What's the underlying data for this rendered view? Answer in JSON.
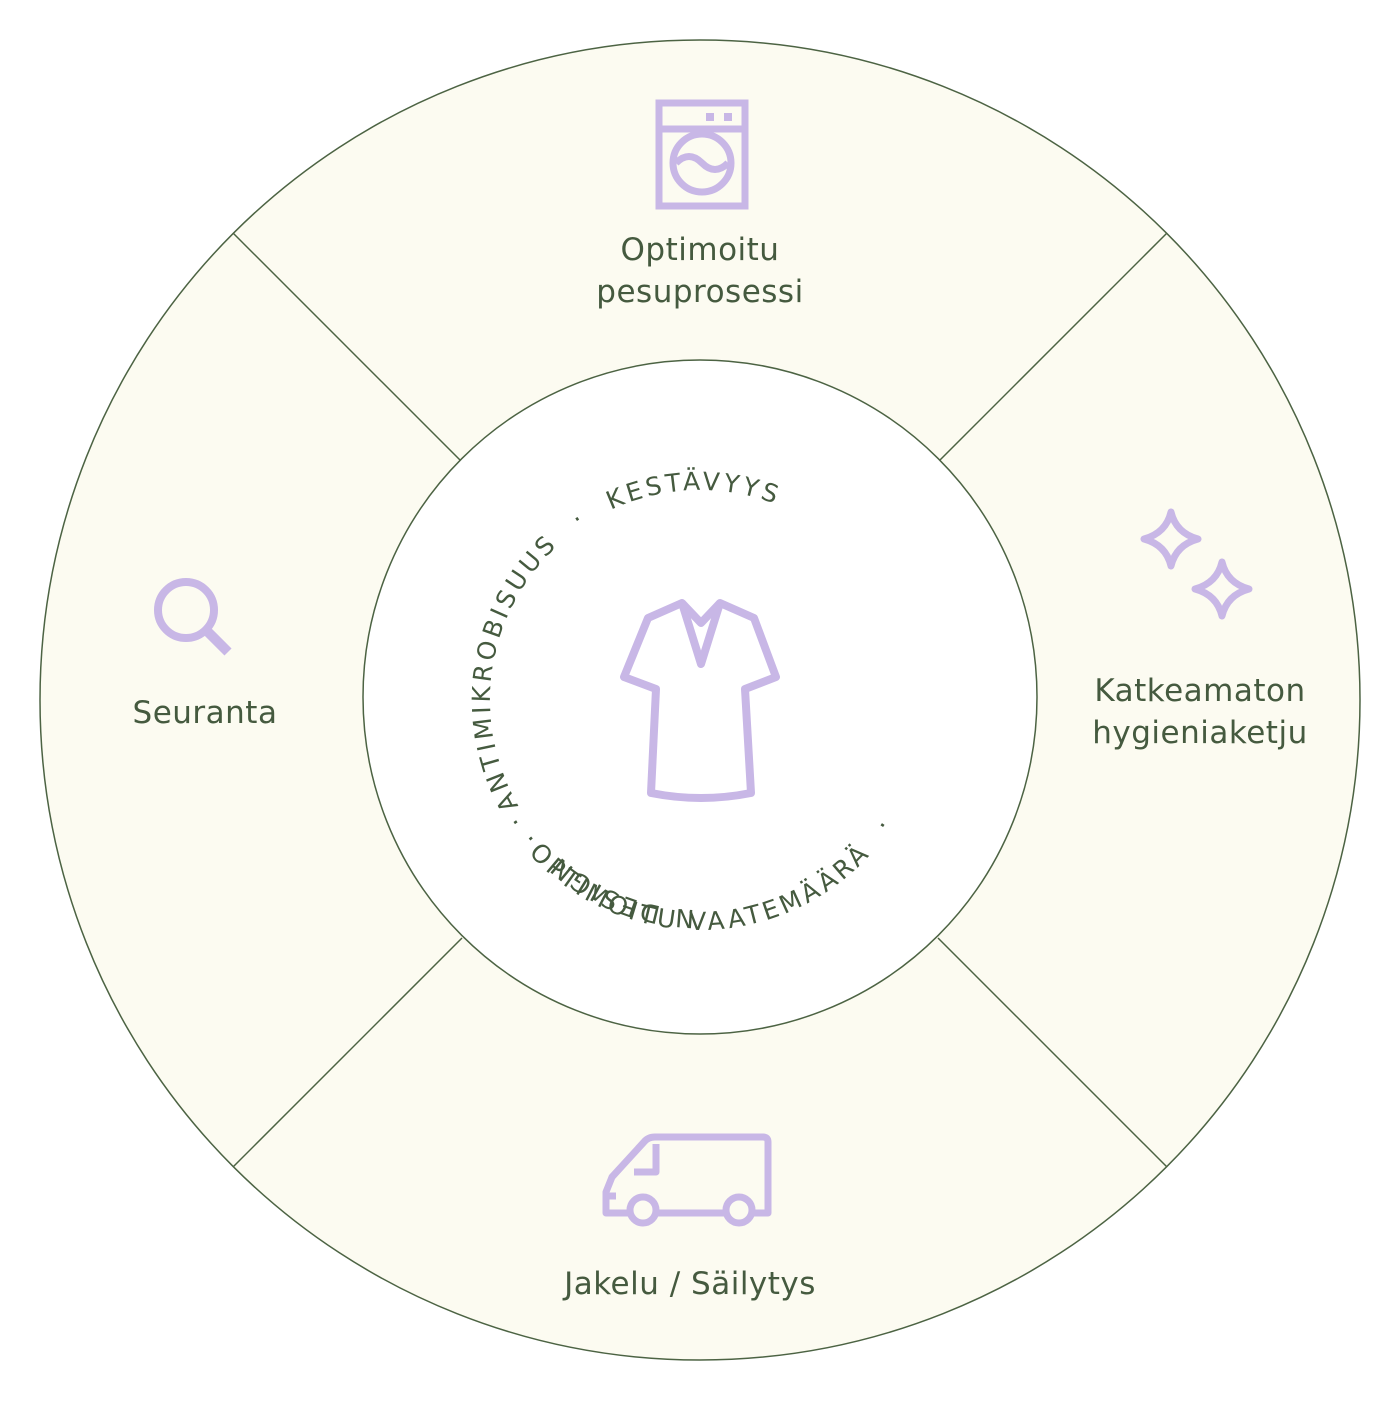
{
  "colors": {
    "ring_fill": "#fcfbf1",
    "inner_fill": "#ffffff",
    "line": "#4c6343",
    "text": "#455a3f",
    "icon": "#c8b7e6"
  },
  "segments": {
    "top": {
      "icon": "washing-machine-icon",
      "line1": "Optimoitu",
      "line2": "pesuprosessi"
    },
    "right": {
      "icon": "sparkles-icon",
      "line1": "Katkeamaton",
      "line2": "hygieniaketju"
    },
    "bottom": {
      "icon": "delivery-van-icon",
      "line1": "Jakelu / Säilytys"
    },
    "left": {
      "icon": "magnifier-icon",
      "line1": "Seuranta"
    }
  },
  "center": {
    "icon": "shirt-icon",
    "ring_words": {
      "w1": "ANTIMIKROBISUUS",
      "w2": "KESTÄVYYS",
      "w3": "OPTIMOITU VAATEMÄÄRÄ",
      "w4": "SUOMALAINEN DESIGN"
    },
    "separator": "·"
  }
}
